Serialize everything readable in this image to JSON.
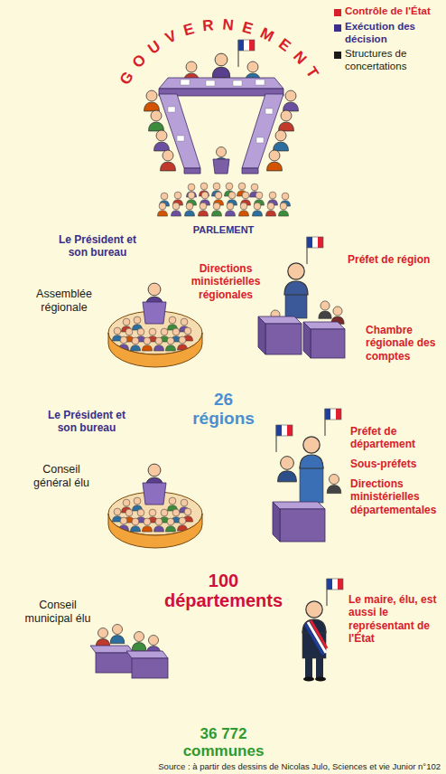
{
  "diagram": {
    "caption": "Source : à partir des dessins de Nicolas Julo, Sciences et vie Junior n°102",
    "nodes": [
      {
        "text": [
          "PARLEMENT"
        ]
      },
      {
        "text": [
          "26 régions"
        ]
      },
      {
        "text": [
          "100 départements"
        ]
      },
      {
        "text": [
          "36 772 communes"
        ]
      }
    ],
    "labels": [
      "GOUVERNEMENT",
      "Le Président et son bureau",
      "Assemblée régionale",
      "Directions ministérielles régionales",
      "Préfet de région",
      "Chambre régionale des comptes",
      "Le Président et son bureau",
      "Conseil général élu",
      "Préfet de département",
      "Sous-préfets",
      "Directions ministérielles départementales",
      "Conseil municipal élu",
      "Le maire, élu, est aussi le représentant de l'État"
    ],
    "legend": [
      {
        "text": "Contrôle de l'État",
        "color": "#d8202a"
      },
      {
        "text": "Exécution des décision",
        "color": "#3a2d8c"
      },
      {
        "text": "Structures de concertations",
        "color": "#1a1a1a"
      }
    ]
  }
}
